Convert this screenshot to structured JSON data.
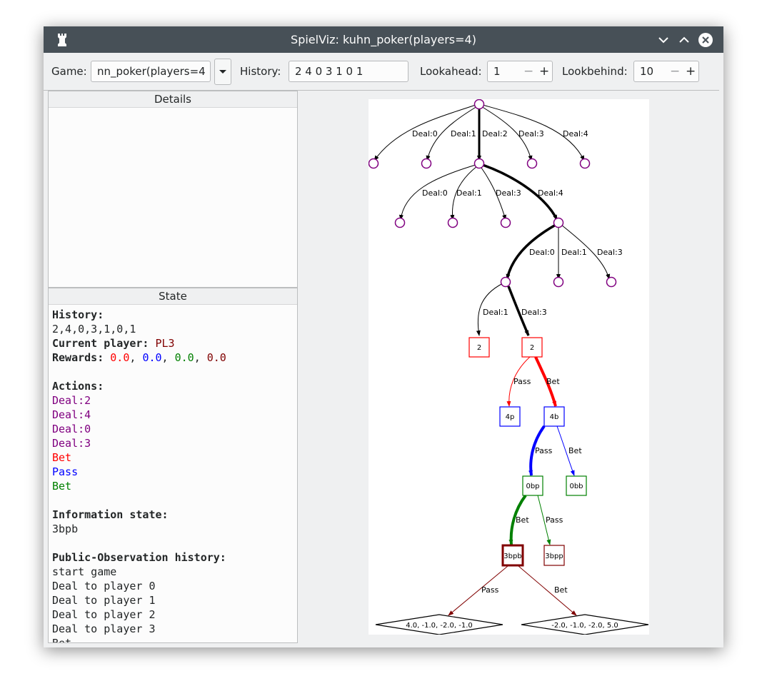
{
  "window": {
    "title": "SpielViz: kuhn_poker(players=4)"
  },
  "toolbar": {
    "game_label": "Game:",
    "game_value": "nn_poker(players=4",
    "history_label": "History:",
    "history_value": "2 4 0 3 1 0 1",
    "lookahead_label": "Lookahead:",
    "lookahead_value": "1",
    "lookbehind_label": "Lookbehind:",
    "lookbehind_value": "10",
    "spin_minus": "−",
    "spin_plus": "+"
  },
  "details": {
    "title": "Details"
  },
  "state": {
    "title": "State",
    "history_label": "History:",
    "history_value": "2,4,0,3,1,0,1",
    "current_player_label": "Current player:",
    "current_player_value": "PL3",
    "rewards_label": "Rewards:",
    "rewards": [
      "0.0",
      "0.0",
      "0.0",
      "0.0"
    ],
    "actions_label": "Actions:",
    "actions": [
      "Deal:2",
      "Deal:4",
      "Deal:0",
      "Deal:3",
      "Bet",
      "Pass",
      "Bet"
    ],
    "info_state_label": "Information state:",
    "info_state_value": "3bpb",
    "pub_obs_label": "Public-Observation history:",
    "pub_obs": [
      "start game",
      "Deal to player 0",
      "Deal to player 1",
      "Deal to player 2",
      "Deal to player 3",
      "Bet"
    ]
  },
  "colors": {
    "chance": "#800080",
    "player0": "#ff0000",
    "player1": "#0000ff",
    "player2": "#008000",
    "player3": "#800000",
    "titlebar": "#475057"
  },
  "tree": {
    "edge_labels": {
      "r1": [
        "Deal:0",
        "Deal:1",
        "Deal:2",
        "Deal:3",
        "Deal:4"
      ],
      "r2": [
        "Deal:0",
        "Deal:1",
        "Deal:3",
        "Deal:4"
      ],
      "r3": [
        "Deal:0",
        "Deal:1",
        "Deal:3"
      ],
      "r4": [
        "Deal:1",
        "Deal:3"
      ],
      "r5": [
        "Pass",
        "Bet"
      ],
      "r6": [
        "Pass",
        "Bet"
      ],
      "r7": [
        "Bet",
        "Pass"
      ],
      "r8": [
        "Pass",
        "Bet"
      ]
    },
    "node_labels": {
      "p0a": "2",
      "p0b": "2",
      "p1a": "4p",
      "p1b": "4b",
      "p2a": "0bp",
      "p2b": "0bb",
      "p3a": "3bpb",
      "p3b": "3bpp",
      "t1": "4.0, -1.0, -2.0, -1.0",
      "t2": "-2.0, -1.0, -2.0, 5.0"
    }
  }
}
